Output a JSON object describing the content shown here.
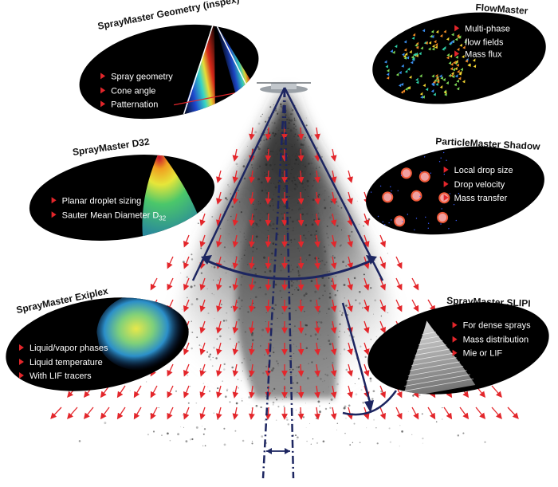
{
  "modules": {
    "geometry": {
      "title": "SprayMaster Geometry (inspex)",
      "items": [
        "Spray geometry",
        "Cone angle",
        "Patternation"
      ],
      "icons": [
        "bullet-triangle-icon"
      ]
    },
    "flowmaster": {
      "title": "FlowMaster",
      "items": [
        "Multi-phase",
        "flow fields",
        "Mass flux"
      ]
    },
    "d32": {
      "title": "SprayMaster D32",
      "items": [
        "Planar droplet sizing",
        "Sauter Mean Diameter D"
      ],
      "subscript": "32"
    },
    "shadow": {
      "title": "ParticleMaster Shadow",
      "items": [
        "Local drop size",
        "Drop velocity",
        "Mass transfer"
      ]
    },
    "exiplex": {
      "title": "SprayMaster Exiplex",
      "items": [
        "Liquid/vapor phases",
        "Liquid temperature",
        "With LIF tracers"
      ]
    },
    "slipi": {
      "title": "SprayMaster SLIPI",
      "items": [
        "For dense sprays",
        "Mass distribution",
        "Mie or LIF"
      ]
    }
  },
  "colors": {
    "accent_red": "#e3262b",
    "cone_navy": "#1c2560",
    "ellipse_bg": "#000000"
  }
}
